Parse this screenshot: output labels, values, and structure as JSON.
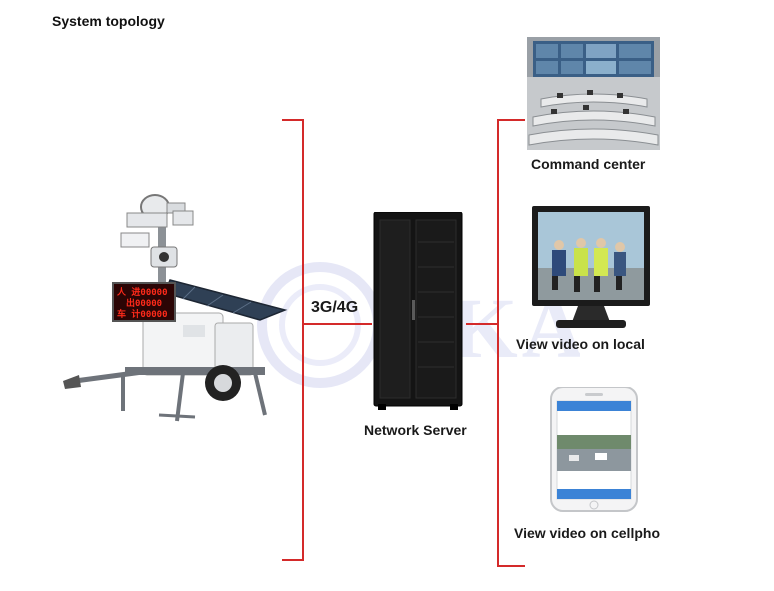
{
  "title": "System topology",
  "connection_label": "3G/4G",
  "server_label": "Network Server",
  "trailer_led": [
    "人 进00000",
    "出00000",
    "车 计00000"
  ],
  "endpoints": [
    {
      "label": "Command center"
    },
    {
      "label": "View video on local"
    },
    {
      "label": "View video on cellpho"
    }
  ],
  "watermark_text": "OKAF",
  "colors": {
    "bracket": "#d42a2a",
    "led": "#ff2a1a",
    "led_bg": "#2b0505"
  }
}
